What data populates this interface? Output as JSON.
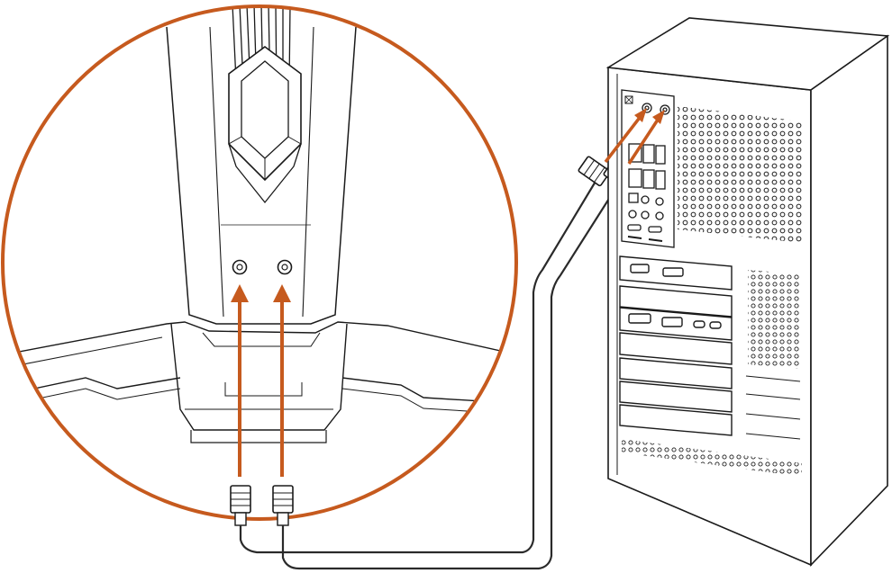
{
  "diagram": {
    "kind": "antenna-connection-illustration",
    "colors": {
      "accent": "#c65a1e",
      "line": "#1a1a1a",
      "cable": "#2a2a2a",
      "background": "#ffffff"
    },
    "elements": [
      "zoom-circle",
      "router-stand",
      "antenna-port-left",
      "antenna-port-right",
      "connector-left",
      "connector-right",
      "coax-cable-pair",
      "pc-tower",
      "rear-io-panel",
      "pcie-wifi-card-ports",
      "insertion-arrows"
    ],
    "panel_labels": {
      "port_label_left": "",
      "port_label_right": ""
    }
  }
}
